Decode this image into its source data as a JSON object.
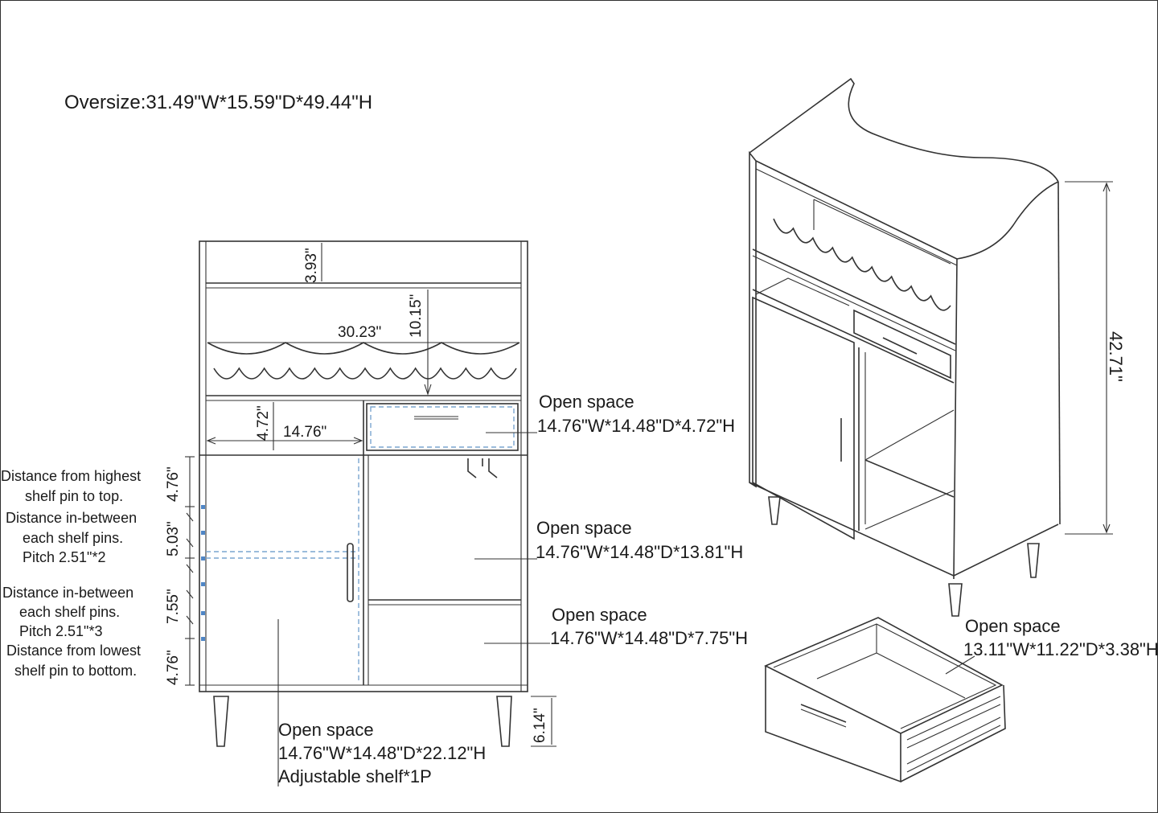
{
  "title": "Oversize:31.49\"W*15.59\"D*49.44\"H",
  "front_view": {
    "dim_top_compartment": "3.93\"",
    "dim_wine_rack_height": "10.15\"",
    "dim_wine_rack_width": "30.23\"",
    "dim_left_compartment_height": "4.72\"",
    "dim_left_compartment_width": "14.76\"",
    "dim_leg_height": "6.14\"",
    "pin_dims": [
      "4.76\"",
      "5.03\"",
      "7.55\"",
      "4.76\""
    ]
  },
  "annotations": {
    "drawer_space": {
      "title": "Open space",
      "size": "14.76\"W*14.48\"D*4.72\"H"
    },
    "right_upper_space": {
      "title": "Open space",
      "size": "14.76\"W*14.48\"D*13.81\"H"
    },
    "right_lower_space": {
      "title": "Open space",
      "size": "14.76\"W*14.48\"D*7.75\"H"
    },
    "left_space": {
      "title": "Open space",
      "size": "14.76\"W*14.48\"D*22.12\"H",
      "note": "Adjustable shelf*1P"
    },
    "pull_out_drawer": {
      "title": "Open space",
      "size": "13.11\"W*11.22\"D*3.38\"H"
    }
  },
  "shelf_notes": {
    "top_line1": "Distance from highest",
    "top_line2": "shelf pin to top.",
    "mid1_line1": "Distance in-between",
    "mid1_line2": "each shelf pins.",
    "mid1_line3": "Pitch 2.51\"*2",
    "mid2_line1": "Distance in-between",
    "mid2_line2": "each shelf pins.",
    "mid2_line3": "Pitch 2.51\"*3",
    "bottom_line1": "Distance from lowest",
    "bottom_line2": "shelf pin to bottom."
  },
  "iso_view": {
    "dim_height": "42.71\""
  }
}
